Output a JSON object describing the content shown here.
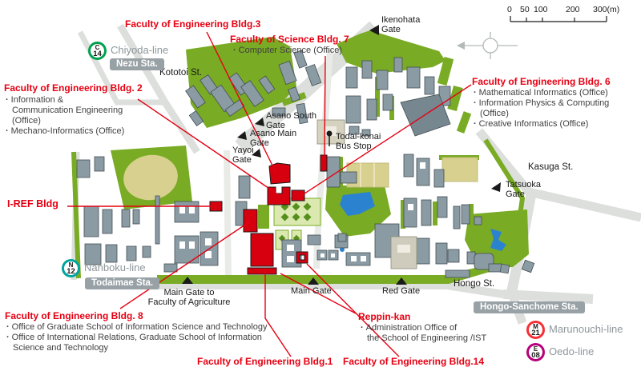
{
  "scale_bar": {
    "ticks": [
      "0",
      "50",
      "100",
      "200",
      "300(m)"
    ]
  },
  "transit": {
    "chiyoda": {
      "letter": "C",
      "number": "14",
      "name": "Chiyoda-line",
      "station": "Nezu Sta.",
      "color": "#00a050"
    },
    "nanboku": {
      "letter": "N",
      "number": "12",
      "name": "Nanboku-line",
      "station": "Todaimae Sta.",
      "color": "#00a4a0"
    },
    "marunouchi": {
      "letter": "M",
      "number": "21",
      "name": "Marunouchi-line",
      "color": "#f62e36"
    },
    "oedo": {
      "letter": "E",
      "number": "08",
      "name": "Oedo-line",
      "color": "#b6007a"
    },
    "hongo_sanchome_station": "Hongo-Sanchome Sta."
  },
  "streets": {
    "kototoi": "Kototoi St.",
    "kasuga": "Kasuga St.",
    "hongo": "Hongo St."
  },
  "gates": {
    "ikenohata": [
      "Ikenohata",
      "Gate"
    ],
    "asano_south": [
      "Asano South",
      "Gate"
    ],
    "asano_main": [
      "Asano Main",
      "Gate"
    ],
    "yayoi": [
      "Yayoi",
      "Gate"
    ],
    "tatsuoka": [
      "Tatsuoka",
      "Gate"
    ],
    "main": "Main Gate",
    "red": "Red Gate",
    "agriculture": [
      "Main Gate to",
      "Faculty of Agriculture"
    ],
    "bus_stop": [
      "Todai-konai",
      "Bus Stop"
    ]
  },
  "callouts": {
    "bldg3": {
      "title": "Faculty of Engineering Bldg.3"
    },
    "bldg7": {
      "title": "Faculty of Science Bldg. 7",
      "bullets": [
        [
          "Computer Science (Office)"
        ]
      ]
    },
    "bldg2": {
      "title": "Faculty of Engineering Bldg. 2",
      "bullets": [
        [
          "Information &",
          "Communication Engineering",
          "(Office)"
        ],
        [
          "Mechano-Informatics (Office)"
        ]
      ]
    },
    "bldg6": {
      "title": "Faculty of Engineering Bldg. 6",
      "bullets": [
        [
          "Mathematical Informatics (Office)"
        ],
        [
          "Information Physics & Computing",
          "(Office)"
        ],
        [
          "Creative Informatics (Office)"
        ]
      ]
    },
    "iref": {
      "title": "I-REF Bldg"
    },
    "bldg8": {
      "title": "Faculty of Engineering Bldg. 8",
      "bullets": [
        [
          "Office of Graduate School of Information Science and Technology"
        ],
        [
          "Office of International Relations, Graduate School of Information",
          "Science and Technology"
        ]
      ]
    },
    "bldg1": {
      "title": "Faculty of Engineering Bldg.1"
    },
    "bldg14": {
      "title": "Faculty of Engineering Bldg.14"
    },
    "reppin": {
      "title": "Reppin-kan",
      "bullets": [
        [
          "Administration Office of",
          "the School of Engineering /IST"
        ]
      ]
    }
  },
  "colors": {
    "accent_red": "#e60012",
    "building_red": "#d7000f",
    "building_gray": "#8b9ba3",
    "green": "#79ab25",
    "lawn": "#dbe8b0",
    "tan": "#d8d08e",
    "pond_blue": "#2b83cf",
    "road": "#dcdfdb",
    "badge_gray": "#98a1a5"
  }
}
